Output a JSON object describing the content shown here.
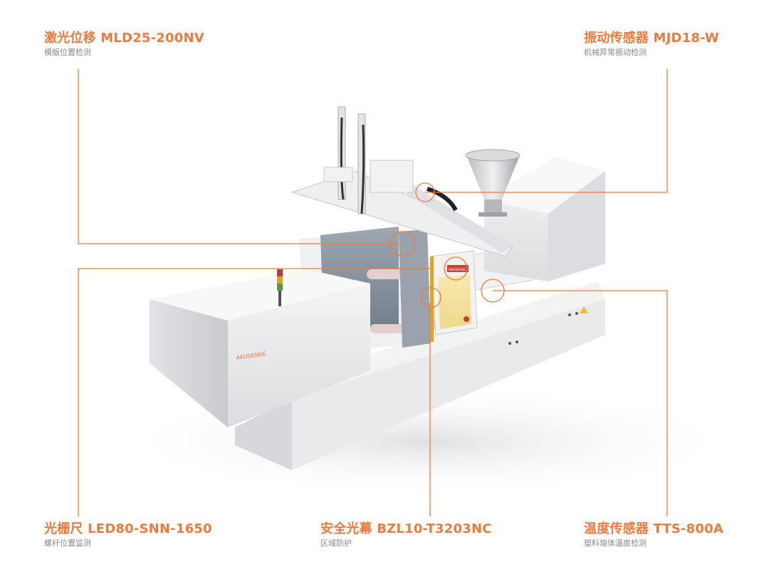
{
  "colors": {
    "accent": "#f07a3c",
    "subtext": "#8a8a8a",
    "machine_body": "#ecedef",
    "machine_shadow": "#c9cbcf"
  },
  "callouts": {
    "laser": {
      "title": "激光位移 MLD25-200NV",
      "subtitle": "模版位置检测"
    },
    "vibration": {
      "title": "振动传感器 MJD18-W",
      "subtitle": "机械异常振动检测"
    },
    "grating": {
      "title": "光栅尺 LED80-SNN-1650",
      "subtitle": "螺杆位置监测"
    },
    "light_curtain": {
      "title": "安全光幕 BZL10-T3203NC",
      "subtitle": "区域防护"
    },
    "temperature": {
      "title": "温度传感器 TTS-800A",
      "subtitle": "塑料熔体温度检测"
    }
  },
  "machine": {
    "brand_text": "AKUSENSE",
    "panel_brand": "AKUSENSE"
  }
}
